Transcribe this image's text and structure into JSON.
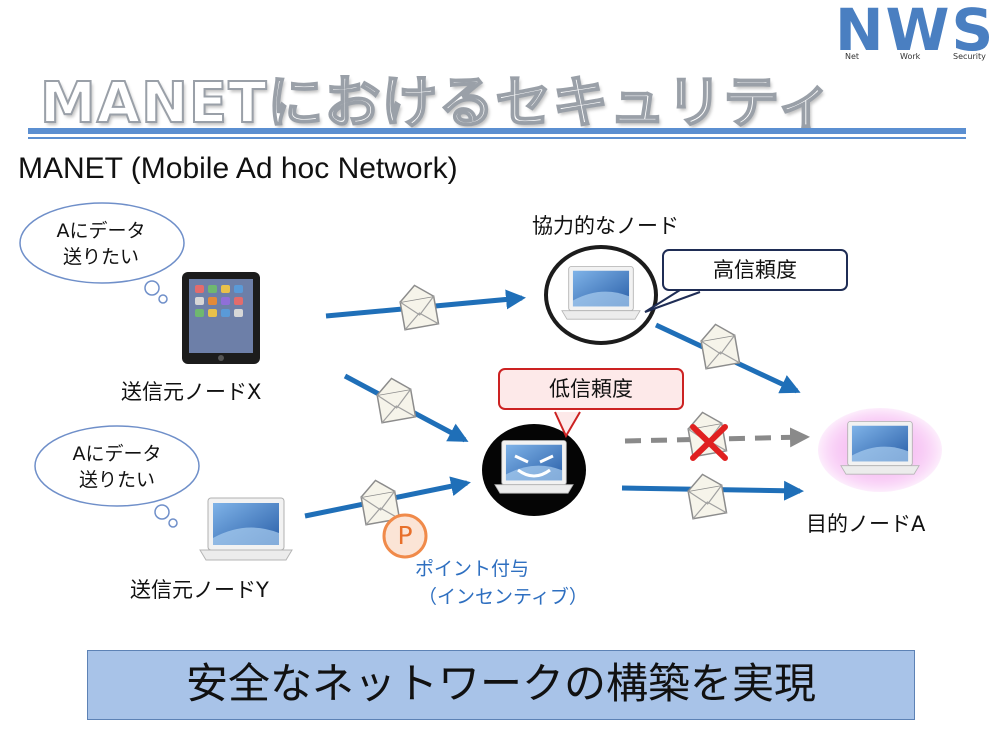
{
  "title": "MANETにおけるセキュリティ",
  "logo": {
    "letters": "NWS",
    "words": [
      "Net",
      "Work",
      "Security"
    ]
  },
  "subtitle": "MANET (Mobile Ad hoc Network)",
  "clouds": [
    {
      "line1": "Aにデータ",
      "line2": "送りたい"
    },
    {
      "line1": "Aにデータ",
      "line2": "送りたい"
    }
  ],
  "nodes": {
    "source_x": "送信元ノードX",
    "source_y": "送信元ノードY",
    "cooperative": "協力的なノード",
    "target": "目的ノードA"
  },
  "callouts": {
    "high_trust": "高信頼度",
    "low_trust": "低信頼度"
  },
  "incentive": {
    "badge": "P",
    "line1": "ポイント付与",
    "line2": "（インセンティブ）"
  },
  "banner": "安全なネットワークの構築を実現",
  "colors": {
    "arrow": "#1f6fb8",
    "dashed_arrow": "#8a8a8a",
    "cross": "#e02020",
    "badge": "#f08a4a",
    "glow": "#f4a9f0"
  }
}
